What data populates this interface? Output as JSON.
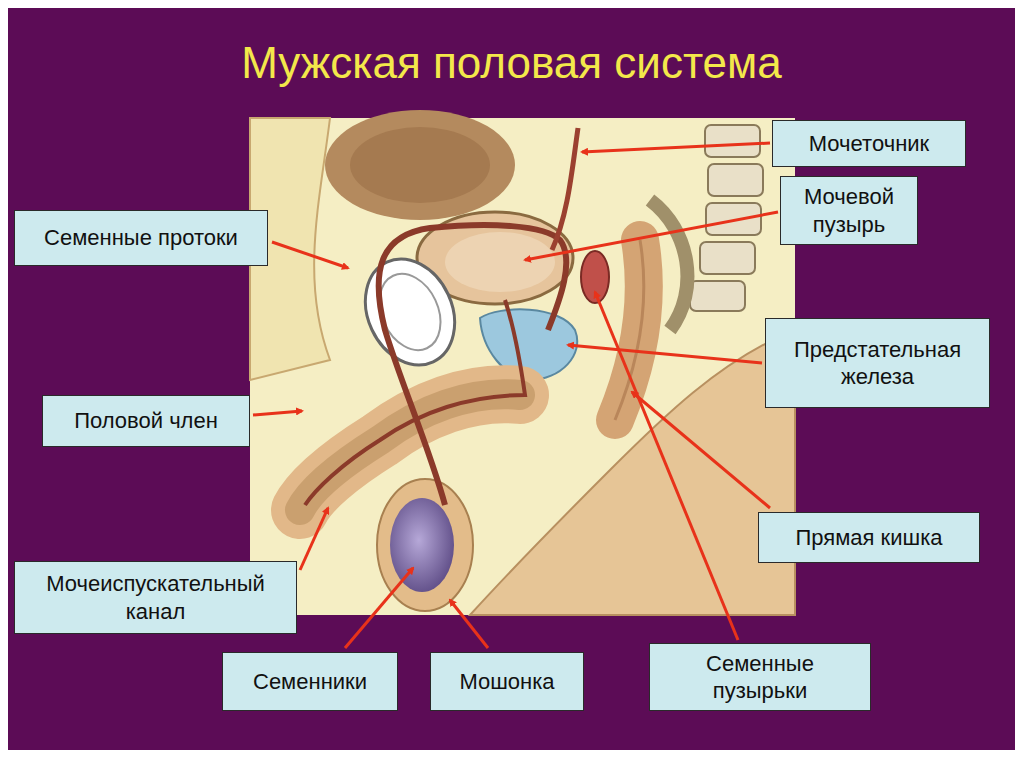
{
  "diagram": {
    "title": "Мужская половая система",
    "nodes": [
      {
        "text": [
          "Мочеточник"
        ]
      },
      {
        "text": [
          "Мочевой пузырь"
        ]
      },
      {
        "text": [
          "Семенные протоки"
        ]
      },
      {
        "text": [
          "Предстательная железа"
        ]
      },
      {
        "text": [
          "Половой член"
        ]
      },
      {
        "text": [
          "Прямая кишка"
        ]
      },
      {
        "text": [
          "Мочеиспускательный канал"
        ]
      },
      {
        "text": [
          "Семенные пузырьки"
        ]
      },
      {
        "text": [
          "Семенники"
        ]
      },
      {
        "text": [
          "Мошонка"
        ]
      }
    ]
  }
}
